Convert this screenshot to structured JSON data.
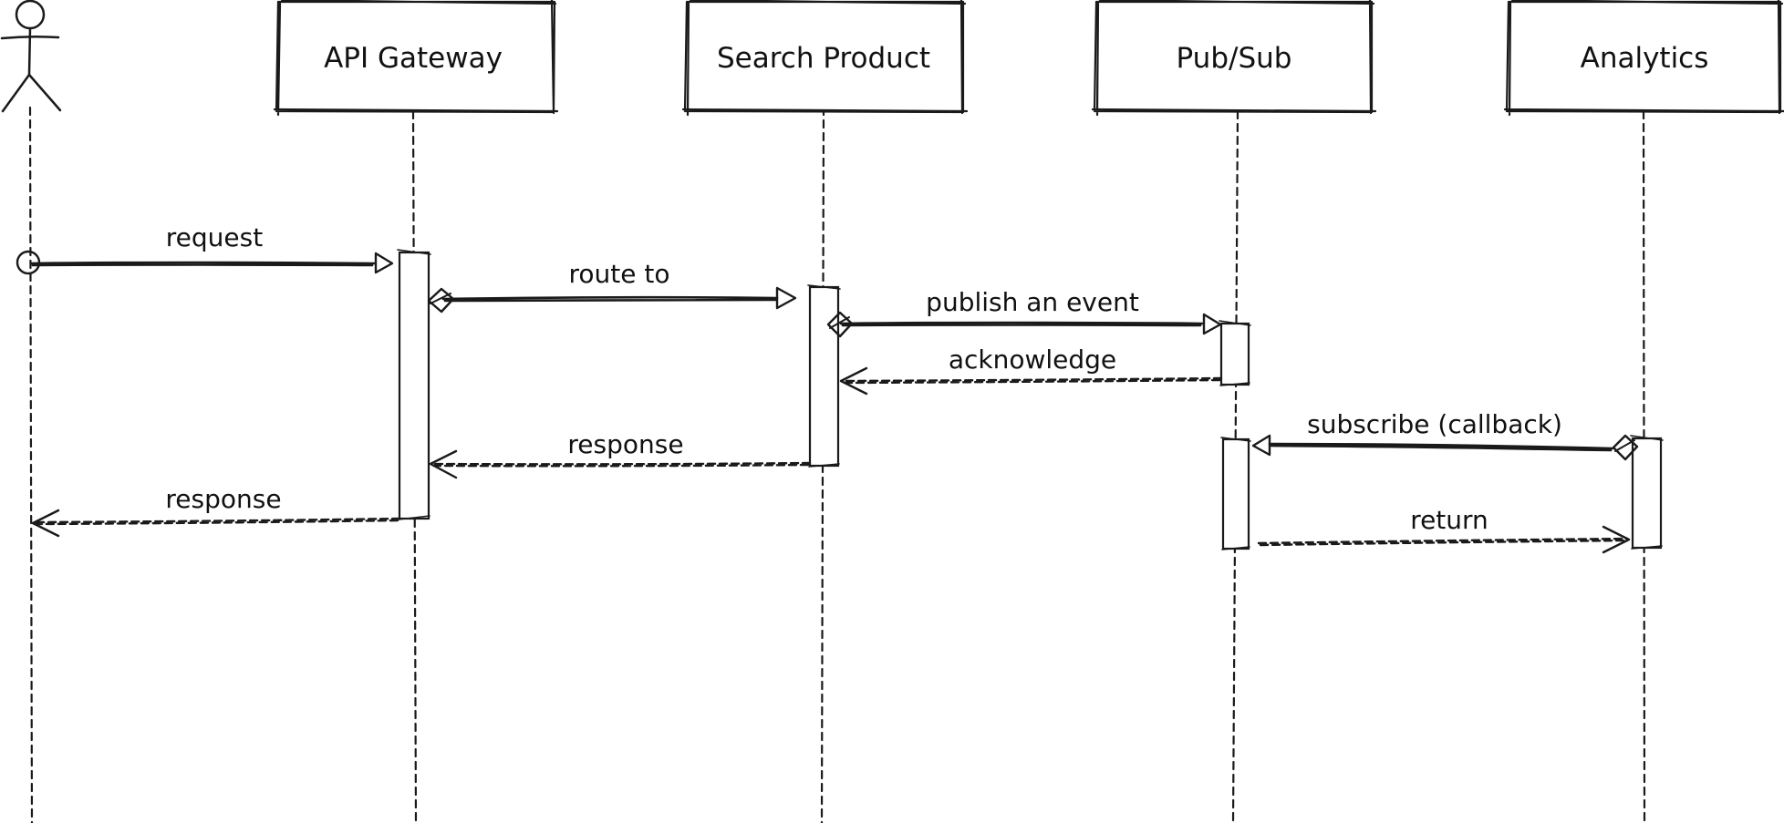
{
  "participants": [
    {
      "name": "API Gateway"
    },
    {
      "name": "Search Product"
    },
    {
      "name": "Pub/Sub"
    },
    {
      "name": "Analytics"
    }
  ],
  "messages": [
    {
      "from": "actor",
      "to": "API Gateway",
      "label": "request",
      "kind": "sync"
    },
    {
      "from": "API Gateway",
      "to": "Search Product",
      "label": "route to",
      "kind": "sync"
    },
    {
      "from": "Search Product",
      "to": "Pub/Sub",
      "label": "publish an event",
      "kind": "sync"
    },
    {
      "from": "Pub/Sub",
      "to": "Search Product",
      "label": "acknowledge",
      "kind": "return"
    },
    {
      "from": "Search Product",
      "to": "API Gateway",
      "label": "response",
      "kind": "return"
    },
    {
      "from": "API Gateway",
      "to": "actor",
      "label": "response",
      "kind": "return"
    },
    {
      "from": "Analytics",
      "to": "Pub/Sub",
      "label": "subscribe (callback)",
      "kind": "sync"
    },
    {
      "from": "Pub/Sub",
      "to": "Analytics",
      "label": "return",
      "kind": "return"
    }
  ]
}
